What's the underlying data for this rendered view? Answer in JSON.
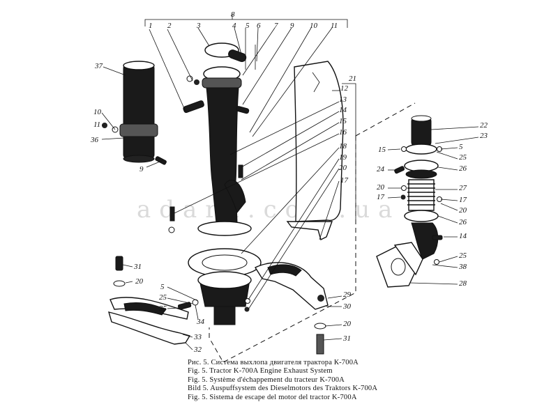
{
  "watermark": "adara.com.ua",
  "part_labels": [
    "1",
    "2",
    "3",
    "4",
    "5",
    "6",
    "7",
    "8",
    "9",
    "10",
    "11",
    "12",
    "13",
    "14",
    "15",
    "16",
    "17",
    "18",
    "19",
    "20",
    "21",
    "22",
    "23",
    "24",
    "25",
    "26",
    "27",
    "28",
    "29",
    "30",
    "31",
    "32",
    "33",
    "34",
    "35",
    "36",
    "37",
    "38"
  ],
  "captions": [
    "Рис. 5. Система выхлопа двигателя трактора К-700А",
    "Fig. 5. Tractor K-700A Engine Exhaust System",
    "Fig. 5. Système d'échappement du tracteur K-700A",
    "Bild 5. Auspuffsystem des Dieselmotors des Traktors K-700A",
    "Fig. 5. Sistema de escape del motor del tractor K-700A"
  ]
}
